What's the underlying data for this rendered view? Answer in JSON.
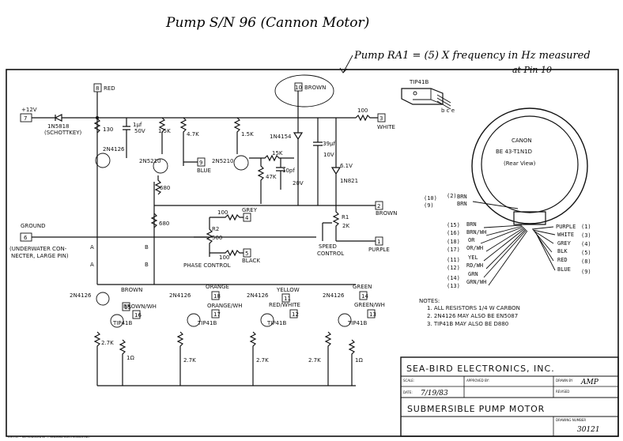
{
  "handwritten": {
    "title": "Pump S/N 96 (Cannon Motor)",
    "ra1_note": "Pump RA1 = (5) X frequency in Hz measured",
    "ra1_note2": "at Pin 10"
  },
  "pins": {
    "p8": "8",
    "p8_label": "RED",
    "p7": "7",
    "p7_v": "+12V",
    "p10": "10",
    "p10_label": "BROWN",
    "p3": "3",
    "p3_label": "WHITE",
    "p9": "9",
    "p9_label": "BLUE",
    "p2": "2",
    "p2_label": "BROWN",
    "p6": "6",
    "p6_label": "GROUND",
    "p4": "4",
    "p4_label": "GREY",
    "p5": "5",
    "p5_label": "BLACK",
    "p1": "1",
    "p1_label": "PURPLE",
    "p15": "15",
    "p15_label": "BROWN",
    "p16": "16",
    "p16_label": "BROWN/WH",
    "p18": "18",
    "p18_label": "ORANGE",
    "p17": "17",
    "p17_label": "ORANGE/WH",
    "p11": "11",
    "p11_label": "YELLOW",
    "p12": "12",
    "p12_label": "RED/WHITE",
    "p14": "14",
    "p14_label": "GREEN",
    "p13": "13",
    "p13_label": "GREEN/WH"
  },
  "components": {
    "d_1n5818": "1N5818",
    "d_1n5818_sub": "(SCHOTTKEY)",
    "r_130": "130",
    "c_1uf": "1µf",
    "c_1uf_v": "50V",
    "r_1_5k_a": "1.5K",
    "r_4_7k": "4.7K",
    "r_1_5k_b": "1.5K",
    "q_2n4126_top": "2N4126",
    "q_2n5210": "2N5210",
    "q_2n5210_b": "2N5210",
    "r_680_a": "680",
    "r_680_b": "680",
    "d_1n4154": "1N4154",
    "r_15k": "15K",
    "r_47k": "47K",
    "c_10pf": "10pf",
    "c_10pf_v": "20V",
    "c_39": ".39µf",
    "c_39_v": "10V",
    "z_6_1": "6.1V",
    "z_1n821": "1N821",
    "r_100_top": "100",
    "r_100_grey": "100",
    "r_100_black": "100",
    "r2": "R2",
    "r2_val": "500",
    "phase_control": "PHASE CONTROL",
    "r1": "R1",
    "r1_val": "2K",
    "speed_control_1": "SPEED",
    "speed_control_2": "CONTROL",
    "ground_note_1": "(UNDERWATER CON-",
    "ground_note_2": "NECTER, LARGE PIN)",
    "bus_a": "A",
    "bus_b": "B",
    "drv_2n4126_1": "2N4126",
    "drv_2n4126_2": "2N4126",
    "drv_2n4126_3": "2N4126",
    "drv_2n4126_4": "2N4126",
    "tip_1": "TIP41B",
    "tip_2": "TIP41B",
    "tip_3": "TIP41B",
    "tip_4": "TIP41B",
    "r_2_7k_1": "2.7K",
    "r_2_7k_2": "2.7K",
    "r_2_7k_3": "2.7K",
    "r_2_7k_4": "2.7K",
    "r_1_a": "1Ω",
    "r_1_b": "1Ω"
  },
  "tip41b_pkg": {
    "label": "TIP41B",
    "pins": "b c e"
  },
  "motor": {
    "brand": "CANON",
    "model": "BE 43-T1N1D",
    "view": "(Rear View)",
    "left_wires": [
      {
        "pin": "(10)",
        "pin2": "(2)",
        "color": "BRN"
      },
      {
        "pin": "(15)",
        "color": "BRN"
      },
      {
        "pin": "(16)",
        "color": "BRN/WH"
      },
      {
        "pin": "(18)",
        "color": "OR"
      },
      {
        "pin": "(17)",
        "color": "OR/WH"
      },
      {
        "pin": "(11)",
        "color": "YEL"
      },
      {
        "pin": "(12)",
        "color": "RD/WH"
      },
      {
        "pin": "(14)",
        "color": "GRN"
      },
      {
        "pin": "(13)",
        "color": "GRN/WH"
      }
    ],
    "left_top_pin": "(10)",
    "left_top_pin2": "(2)",
    "left_top_pin3": "(9)",
    "right_wires": [
      {
        "color": "PURPLE",
        "pin": "(1)"
      },
      {
        "color": "WHITE",
        "pin": "(3)"
      },
      {
        "color": "GREY",
        "pin": "(4)"
      },
      {
        "color": "BLK",
        "pin": "(5)"
      },
      {
        "color": "RED",
        "pin": "(8)"
      },
      {
        "color": "BLUE",
        "pin": "(9)"
      }
    ]
  },
  "notes": {
    "heading": "NOTES:",
    "n1": "1. ALL RESISTORS 1/4 W CARBON",
    "n2": "2. 2N4126 MAY ALSO BE EN5087",
    "n3": "3. TIP41B MAY ALSO BE D880"
  },
  "title_block": {
    "company": "SEA-BIRD ELECTRONICS, INC.",
    "scale_label": "SCALE:",
    "approved_label": "APPROVED BY:",
    "drawn_label": "DRAWN BY",
    "drawn_value": "AMP",
    "date_label": "DATE:",
    "date_value": "7/19/83",
    "revised_label": "REVISED",
    "title": "SUBMERSIBLE PUMP MOTOR",
    "drawing_number_label": "DRAWING NUMBER",
    "drawing_number": "30121"
  },
  "footer": "C.E.T.O. • REPRODUCED BY ... SEA-BIRD ELECTRONICS INC."
}
